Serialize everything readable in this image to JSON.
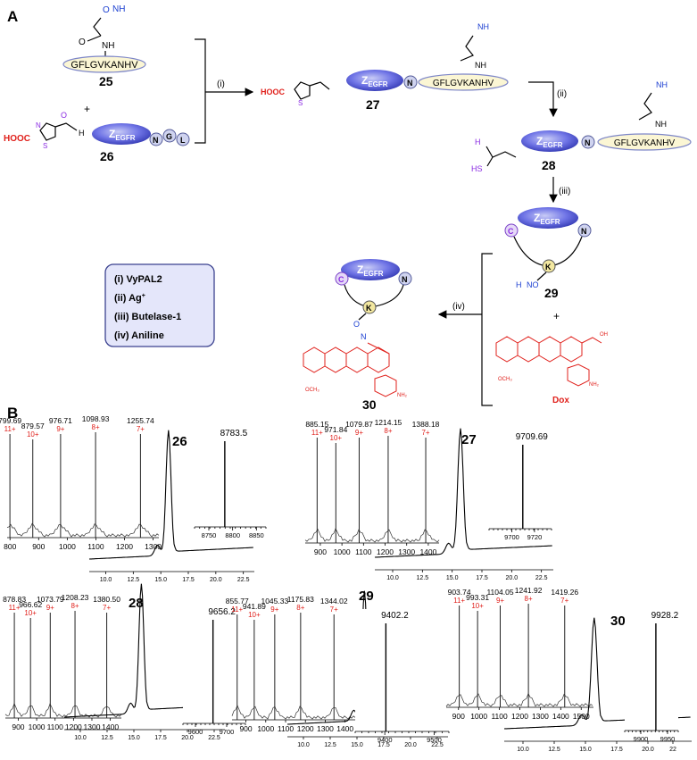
{
  "panel_labels": {
    "a": "A",
    "b": "B"
  },
  "compounds": {
    "c25": "25",
    "c26": "26",
    "c27": "27",
    "c28": "28",
    "c29": "29",
    "c30": "30",
    "dox": "Dox"
  },
  "peptide_seq": "GFLGVKANHV",
  "domain_label": {
    "z": "Z",
    "sub": "EGFR"
  },
  "residues": {
    "N": "N",
    "G": "G",
    "L": "L",
    "C": "C",
    "K": "K"
  },
  "groups": {
    "nh2": "NH",
    "nh2_sub": "2",
    "o": "O",
    "nh": "NH",
    "cooh": "HOOC",
    "cooh_b": "HOOC",
    "s": "S",
    "n": "N",
    "h2": "H",
    "h2n": "H",
    "ono": "NO",
    "hs": "HS",
    "oh": "OH",
    "plus1": "+",
    "plus2": "+"
  },
  "steps": {
    "s1": "(i)",
    "s2": "(ii)",
    "s3": "(iii)",
    "s4": "(iv)"
  },
  "legend": [
    "(i) VyPAL2",
    "(ii) Ag",
    "(iii) Butelase-1",
    "(iv) Aniline"
  ],
  "legend_sup": "+",
  "chart_data": [
    {
      "type": "line",
      "id": "26",
      "label": "26",
      "ms_peaks": [
        {
          "mz": 799.69,
          "z": "11+"
        },
        {
          "mz": 879.57,
          "z": "10+"
        },
        {
          "mz": 976.71,
          "z": "9+"
        },
        {
          "mz": 1098.93,
          "z": "8+"
        },
        {
          "mz": 1255.74,
          "z": "7+"
        }
      ],
      "ms_ticks": [
        "800",
        "900",
        "1000",
        "1100",
        "1200",
        "1300"
      ],
      "deconv_mass": "8783.5",
      "deconv_ticks": [
        "8750",
        "8800",
        "8850"
      ],
      "hplc_ticks": [
        "10.0",
        "12.5",
        "15.0",
        "17.5",
        "20.0",
        "22.5"
      ]
    },
    {
      "type": "line",
      "id": "27",
      "label": "27",
      "ms_peaks": [
        {
          "mz": 885.15,
          "z": "11+"
        },
        {
          "mz": 971.84,
          "z": "10+"
        },
        {
          "mz": 1079.87,
          "z": "9+"
        },
        {
          "mz": 1214.15,
          "z": "8+"
        },
        {
          "mz": 1388.18,
          "z": "7+"
        }
      ],
      "ms_ticks": [
        "900",
        "1000",
        "1100",
        "1200",
        "1300",
        "1400"
      ],
      "deconv_mass": "9709.69",
      "deconv_ticks": [
        "9700",
        "9720"
      ],
      "hplc_ticks": [
        "10.0",
        "12.5",
        "15.0",
        "17.5",
        "20.0",
        "22.5"
      ]
    },
    {
      "type": "line",
      "id": "28",
      "label": "28",
      "ms_peaks": [
        {
          "mz": 878.83,
          "z": "11+"
        },
        {
          "mz": 966.62,
          "z": "10+"
        },
        {
          "mz": 1073.79,
          "z": "9+"
        },
        {
          "mz": 1208.23,
          "z": "8+"
        },
        {
          "mz": 1380.5,
          "z": "7+"
        }
      ],
      "ms_ticks": [
        "900",
        "1000",
        "1100",
        "1200",
        "1300",
        "1400"
      ],
      "deconv_mass": "9656.2",
      "deconv_ticks": [
        "9600",
        "9700"
      ],
      "hplc_ticks": [
        "10.0",
        "12.5",
        "15.0",
        "17.5",
        "20.0",
        "22.5"
      ]
    },
    {
      "type": "line",
      "id": "29",
      "label": "29",
      "ms_peaks": [
        {
          "mz": 855.77,
          "z": "11+"
        },
        {
          "mz": 941.89,
          "z": "10+"
        },
        {
          "mz": 1045.33,
          "z": "9+"
        },
        {
          "mz": 1175.83,
          "z": "8+"
        },
        {
          "mz": 1344.02,
          "z": "7+"
        }
      ],
      "ms_ticks": [
        "900",
        "1000",
        "1100",
        "1200",
        "1300",
        "1400"
      ],
      "deconv_mass": "9402.2",
      "deconv_ticks": [
        "9400",
        "9500"
      ],
      "hplc_ticks": [
        "10.0",
        "12.5",
        "15.0",
        "17.5",
        "20.0",
        "22.5"
      ]
    },
    {
      "type": "line",
      "id": "30",
      "label": "30",
      "ms_peaks": [
        {
          "mz": 903.74,
          "z": "11+"
        },
        {
          "mz": 993.31,
          "z": "10+"
        },
        {
          "mz": 1104.05,
          "z": "9+"
        },
        {
          "mz": 1241.92,
          "z": "8+"
        },
        {
          "mz": 1419.26,
          "z": "7+"
        }
      ],
      "ms_ticks": [
        "900",
        "1000",
        "1100",
        "1200",
        "1300",
        "1400",
        "1500"
      ],
      "deconv_mass": "9928.2",
      "deconv_ticks": [
        "9900",
        "9950"
      ],
      "hplc_ticks": [
        "10.0",
        "12.5",
        "15.0",
        "17.5",
        "20.0",
        "22"
      ]
    }
  ]
}
